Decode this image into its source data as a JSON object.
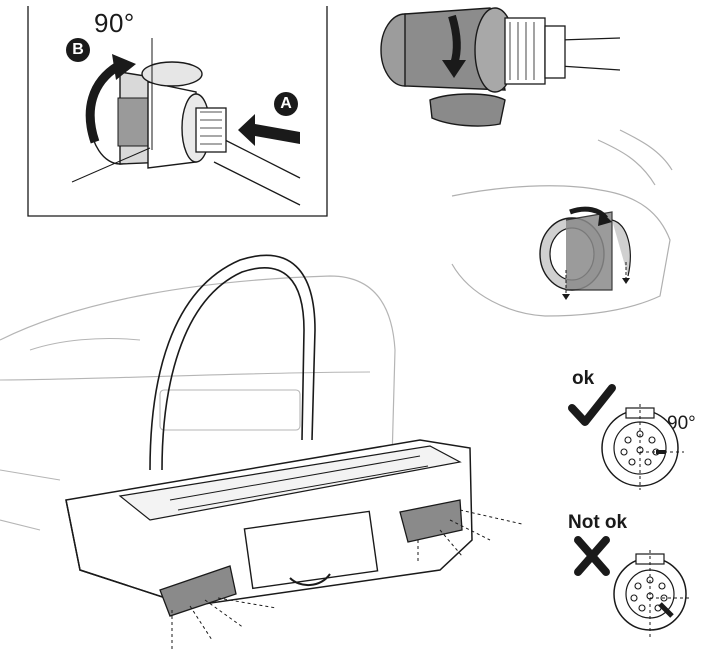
{
  "panel_top_left": {
    "angle_label": "90°",
    "step_b": "B",
    "step_a": "A"
  },
  "check": {
    "ok_label": "ok",
    "ok_angle_label": "90°",
    "not_ok_label": "Not ok"
  },
  "colors": {
    "ink": "#1a1a1a",
    "grey_fill": "#8a8a8a",
    "light_grey": "#c8c8c8",
    "faint_line": "#b5b5b5"
  },
  "icons": [
    "checkmark-icon",
    "cross-icon",
    "rotate-arrow-icon",
    "push-arrow-icon"
  ]
}
